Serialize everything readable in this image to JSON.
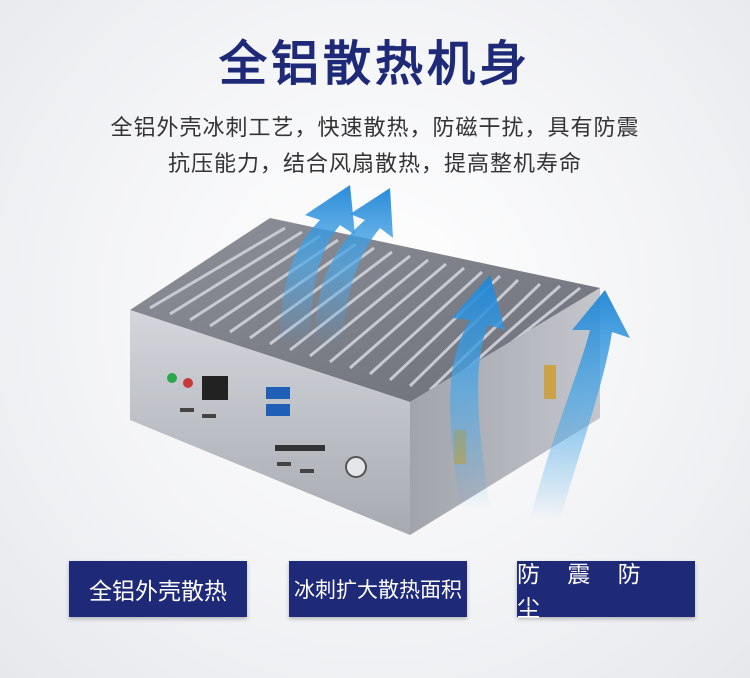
{
  "title": "全铝散热机身",
  "subtitle_line1": "全铝外壳冰刺工艺，快速散热，防磁干扰，具有防震",
  "subtitle_line2": "抗压能力，结合风扇散热，提高整机寿命",
  "features": [
    {
      "label": "全铝外壳散热"
    },
    {
      "label": "冰刺扩大散热面积"
    },
    {
      "label": "防 震 防 尘"
    }
  ],
  "colors": {
    "accent": "#1e2a78",
    "airflow": "#4aa8e8",
    "chassis": "#9a9ca6"
  }
}
